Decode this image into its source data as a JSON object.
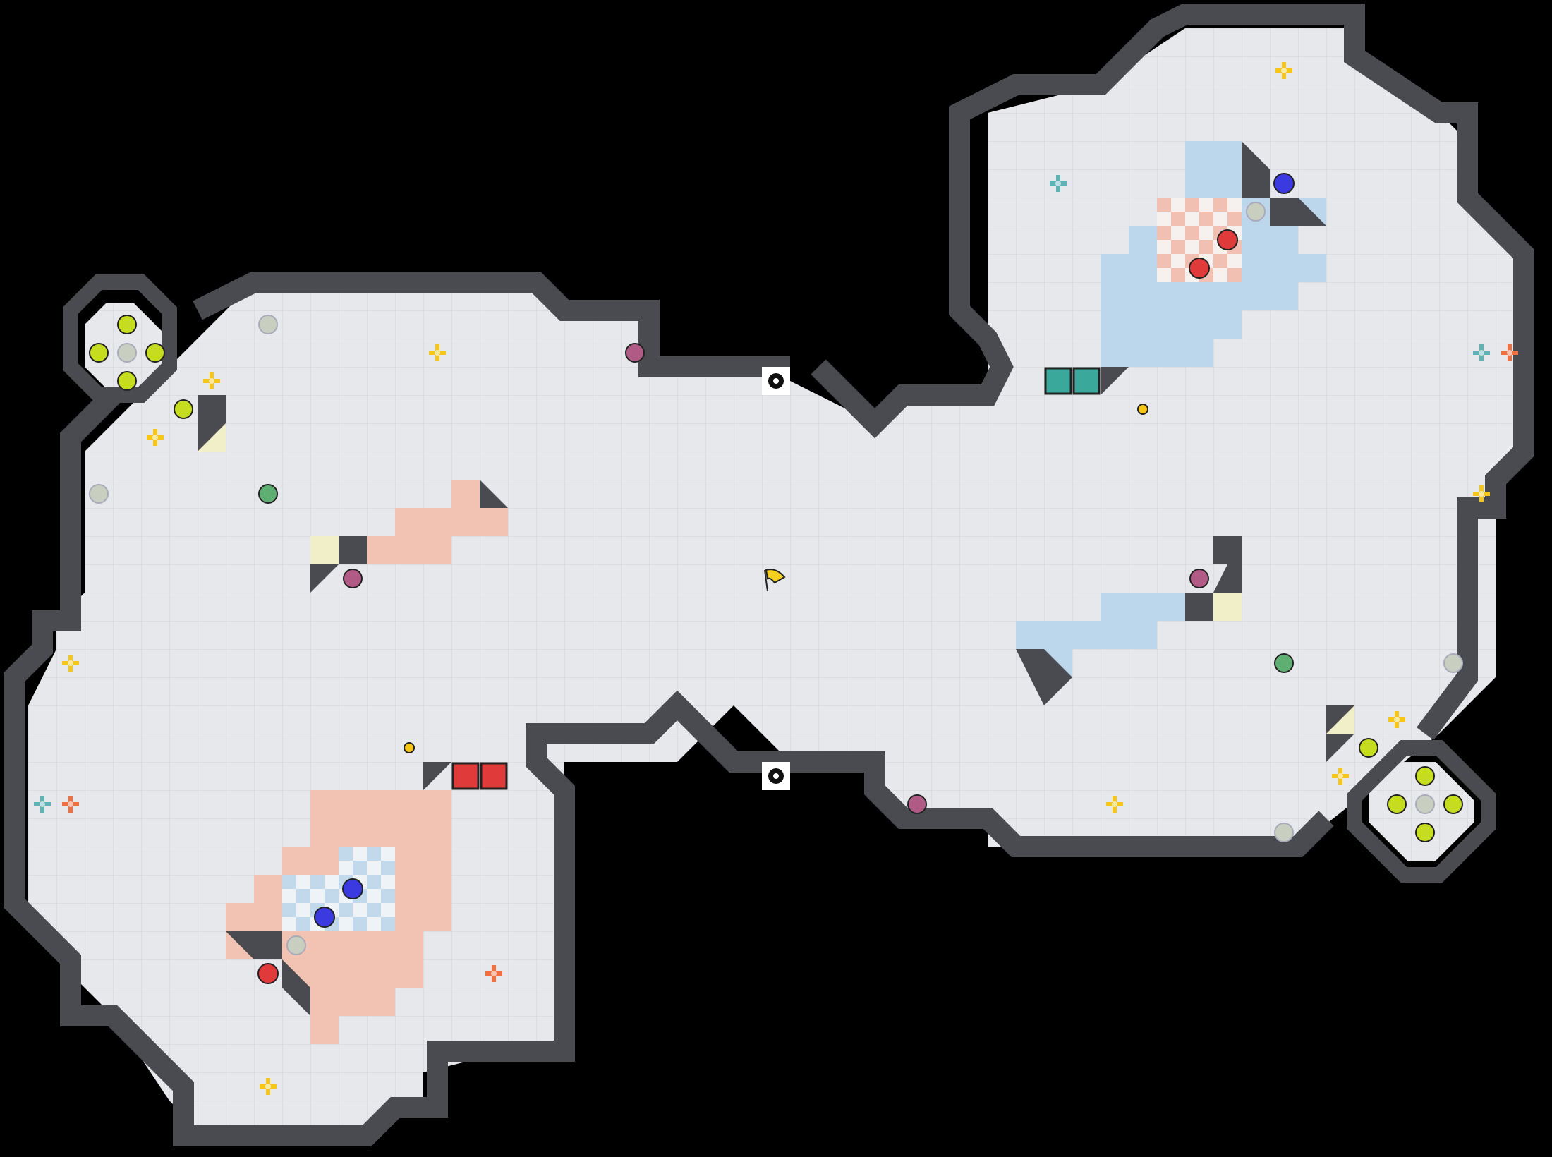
{
  "map": {
    "name": "",
    "grid_size": 40,
    "colors": {
      "background": "#000000",
      "floor": "#e7e8ec",
      "grid_line": "#d0d2d8",
      "wall": "#4a4b50",
      "red_team": "#e03a3a",
      "blue_team": "#3a3ae0",
      "red_zone": "#f2b9a9",
      "blue_zone": "#b9d3ea",
      "boost": "#f5c518",
      "power_up": "#c0d81c",
      "spike": "#111111"
    }
  },
  "tiles": [
    {
      "type": "flag-neutral",
      "icon": "yellow-flag-icon"
    },
    {
      "type": "red-flag-base",
      "team": "red"
    },
    {
      "type": "blue-flag-base",
      "team": "blue"
    },
    {
      "type": "spike",
      "icon": "gear-spike-icon"
    },
    {
      "type": "boost",
      "icon": "yellow-cross-boost-icon"
    },
    {
      "type": "team-boost-red",
      "icon": "orange-cross-boost-icon"
    },
    {
      "type": "team-boost-blue",
      "icon": "teal-cross-boost-icon"
    },
    {
      "type": "bomb",
      "icon": "purple-bomb-icon"
    },
    {
      "type": "power-up",
      "icon": "lime-powerup-icon"
    },
    {
      "type": "button",
      "icon": "small-yellow-button-icon"
    },
    {
      "type": "gate-red",
      "icon": "red-gate-icon"
    },
    {
      "type": "gate-blue",
      "icon": "teal-gate-icon"
    },
    {
      "type": "portal",
      "icon": "green-portal-icon"
    }
  ]
}
